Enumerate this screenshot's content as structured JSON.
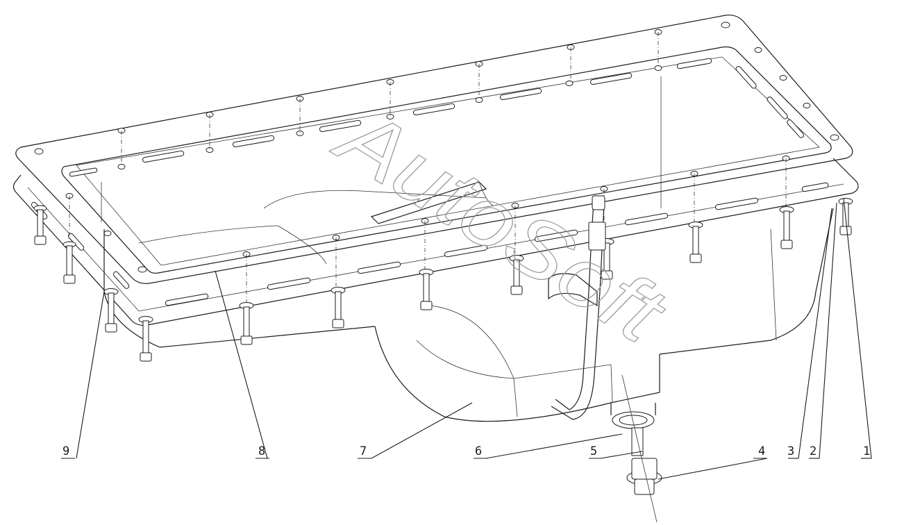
{
  "watermark": "AutoSoft",
  "callouts": [
    {
      "label": "1"
    },
    {
      "label": "2"
    },
    {
      "label": "3"
    },
    {
      "label": "4"
    },
    {
      "label": "5"
    },
    {
      "label": "6"
    },
    {
      "label": "7"
    },
    {
      "label": "8"
    },
    {
      "label": "9"
    }
  ]
}
